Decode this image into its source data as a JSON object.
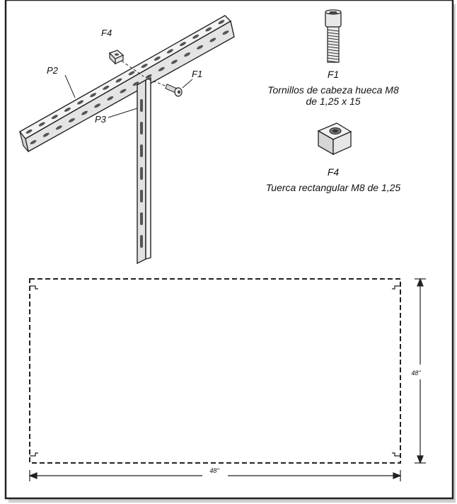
{
  "parts": {
    "p2": "P2",
    "p3": "P3",
    "f1": "F1",
    "f4": "F4"
  },
  "legend": {
    "f1": {
      "code": "F1",
      "line1": "Tornillos de cabeza hueca M8",
      "line2": "de 1,25 x 15"
    },
    "f4": {
      "code": "F4",
      "line1": "Tuerca rectangular M8 de 1,25"
    }
  },
  "dimensions": {
    "width": "48\"",
    "height": "48\""
  }
}
